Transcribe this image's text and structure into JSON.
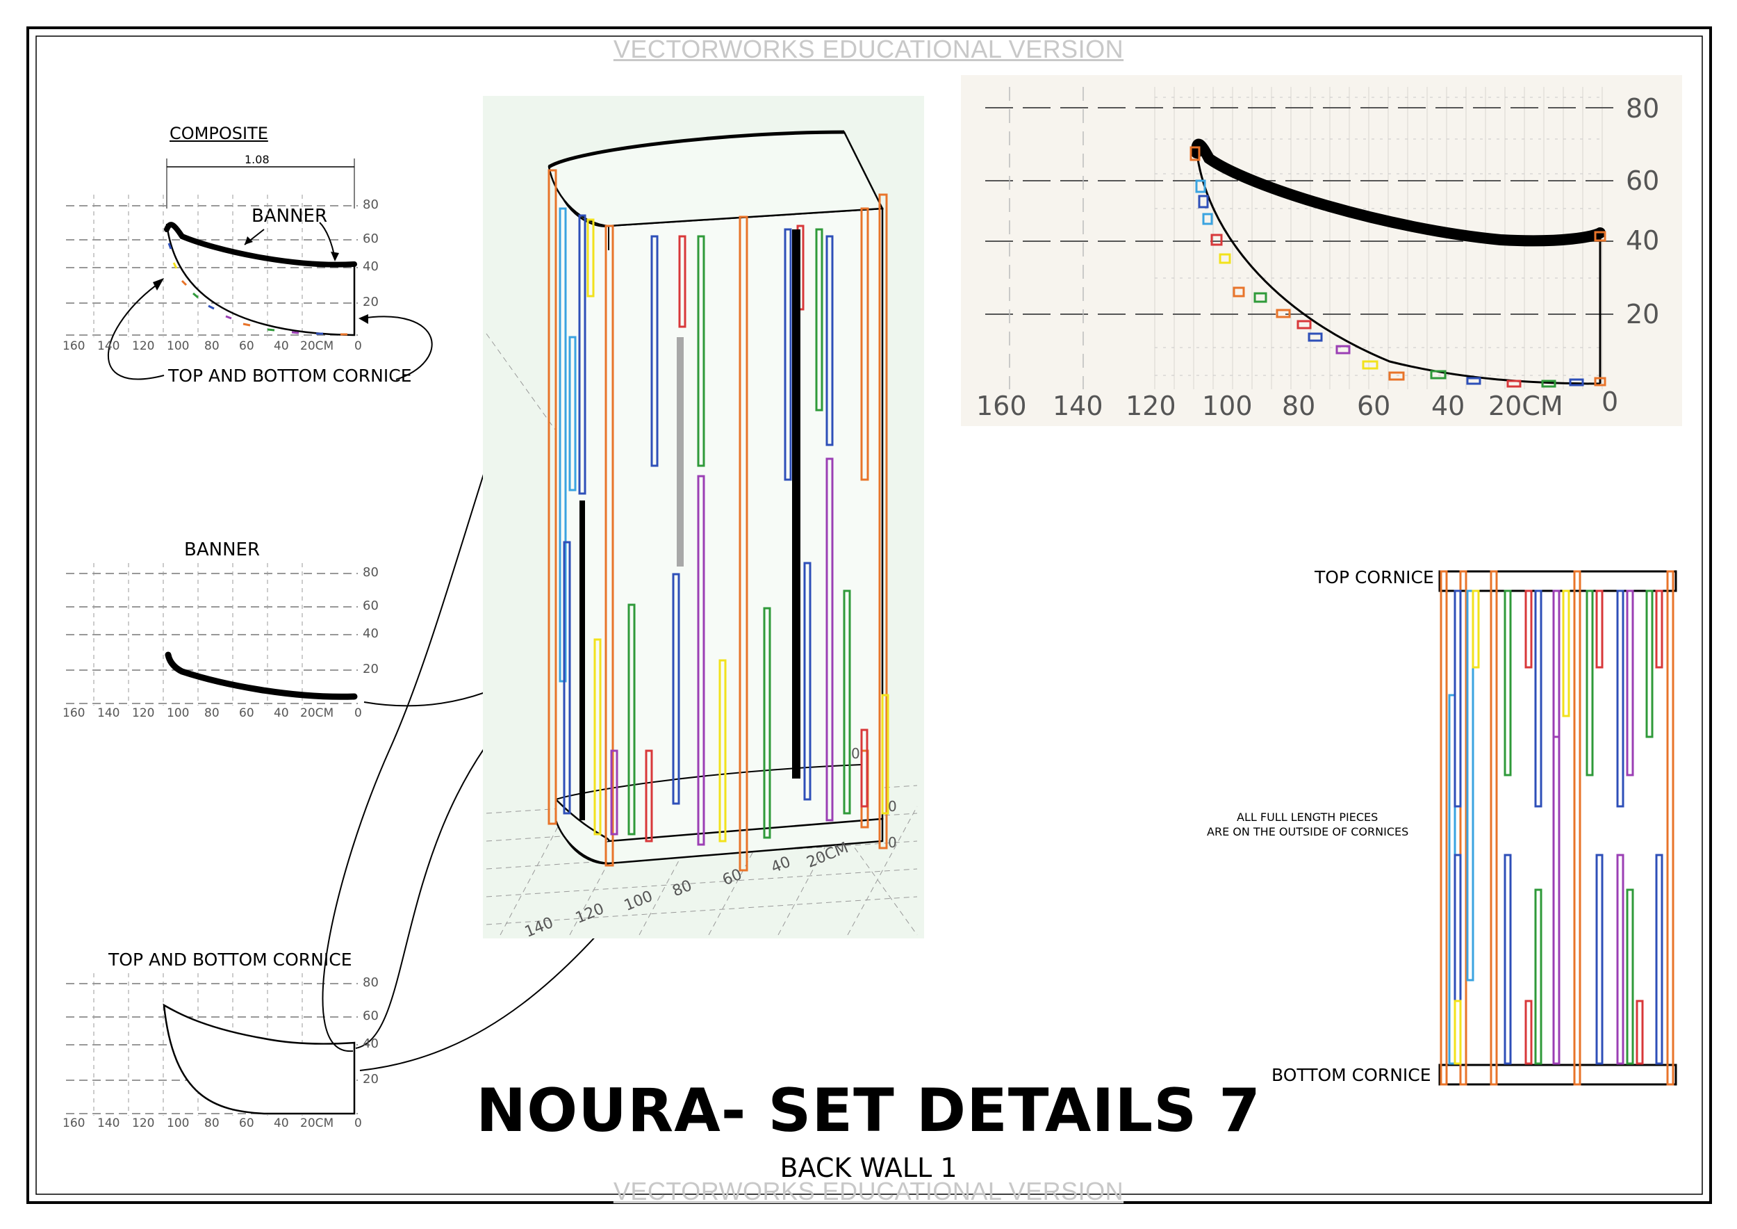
{
  "sheet": {
    "watermark_top": "VECTORWORKS EDUCATIONAL VERSION",
    "watermark_bottom": "VECTORWORKS EDUCATIONAL VERSION",
    "title": "NOURA- SET DETAILS 7",
    "subtitle": "BACK WALL 1"
  },
  "composite": {
    "heading": "COMPOSITE",
    "dimension": "1.08",
    "banner_label": "BANNER",
    "cornice_label": "TOP AND BOTTOM CORNICE",
    "y_ticks": [
      "80",
      "60",
      "40",
      "20"
    ],
    "x_ticks": [
      "160",
      "140",
      "120",
      "100",
      "80",
      "60",
      "40",
      "20CM",
      "0"
    ]
  },
  "banner_view": {
    "heading": "BANNER",
    "y_ticks": [
      "80",
      "60",
      "40",
      "20"
    ],
    "x_ticks": [
      "160",
      "140",
      "120",
      "100",
      "80",
      "60",
      "40",
      "20CM",
      "0"
    ]
  },
  "cornice_view": {
    "heading": "TOP AND BOTTOM CORNICE",
    "y_ticks": [
      "80",
      "60",
      "40",
      "20"
    ],
    "x_ticks": [
      "160",
      "140",
      "120",
      "100",
      "80",
      "60",
      "40",
      "20CM",
      "0"
    ]
  },
  "iso_view": {
    "x_ticks": [
      "140",
      "120",
      "100",
      "80",
      "60",
      "40",
      "20CM"
    ],
    "side_ticks": [
      "0",
      "0",
      "0"
    ]
  },
  "plan_view": {
    "y_ticks": [
      "80",
      "60",
      "40",
      "20"
    ],
    "x_ticks": [
      "160",
      "140",
      "120",
      "100",
      "80",
      "60",
      "40",
      "20CM",
      "0"
    ]
  },
  "elevation": {
    "top_label": "TOP CORNICE",
    "bottom_label": "BOTTOM CORNICE",
    "note_line1": "ALL FULL LENGTH PIECES",
    "note_line2": "ARE ON THE OUTSIDE OF CORNICES"
  },
  "colors": {
    "orange": "#e8742a",
    "blue": "#2e4fb8",
    "light_blue": "#3aa3e0",
    "green": "#2f9a3a",
    "red": "#d8383a",
    "yellow": "#f2e21c",
    "purple": "#9b3fb4",
    "black": "#000000",
    "grey": "#a8a8a8",
    "iso_background": "#eef6ee",
    "plan_background": "#f7f4ee"
  }
}
